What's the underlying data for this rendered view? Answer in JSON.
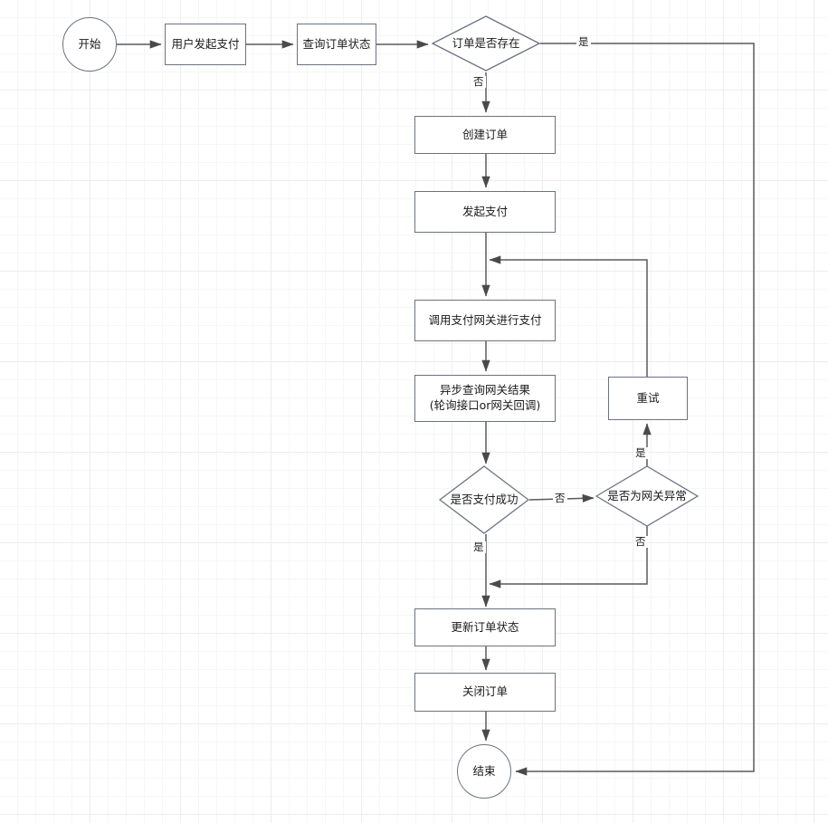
{
  "diagram": {
    "type": "flowchart",
    "title": "",
    "background": "#ffffff",
    "grid_color": "#ededed",
    "node_stroke": "#6b7280",
    "edge_stroke": "#5a5a5a",
    "text_color": "#1a1a1a",
    "nodes": [
      {
        "id": "start",
        "shape": "circle",
        "label": "开始"
      },
      {
        "id": "user_pay",
        "shape": "process",
        "label": "用户发起支付"
      },
      {
        "id": "query_order",
        "shape": "process",
        "label": "查询订单状态"
      },
      {
        "id": "order_exists",
        "shape": "decision",
        "label": "订单是否存在"
      },
      {
        "id": "create_order",
        "shape": "process",
        "label": "创建订单"
      },
      {
        "id": "init_pay",
        "shape": "process",
        "label": "发起支付"
      },
      {
        "id": "call_gateway",
        "shape": "process",
        "label": "调用支付网关进行支付"
      },
      {
        "id": "async_query",
        "shape": "process",
        "label_line1": "异步查询网关结果",
        "label_line2": "(轮询接口or网关回调)"
      },
      {
        "id": "pay_success",
        "shape": "decision",
        "label": "是否支付成功"
      },
      {
        "id": "gw_error",
        "shape": "decision",
        "label": "是否为网关异常"
      },
      {
        "id": "retry",
        "shape": "process",
        "label": "重试"
      },
      {
        "id": "update_order",
        "shape": "process",
        "label": "更新订单状态"
      },
      {
        "id": "close_order",
        "shape": "process",
        "label": "关闭订单"
      },
      {
        "id": "end",
        "shape": "circle",
        "label": "结束"
      }
    ],
    "edge_labels": {
      "order_exists_yes": "是",
      "order_exists_no": "否",
      "pay_success_yes": "是",
      "pay_success_no": "否",
      "gw_error_yes": "是",
      "gw_error_no": "否"
    },
    "edges": [
      {
        "from": "start",
        "to": "user_pay",
        "label": ""
      },
      {
        "from": "user_pay",
        "to": "query_order",
        "label": ""
      },
      {
        "from": "query_order",
        "to": "order_exists",
        "label": ""
      },
      {
        "from": "order_exists",
        "to": "end",
        "label": "是"
      },
      {
        "from": "order_exists",
        "to": "create_order",
        "label": "否"
      },
      {
        "from": "create_order",
        "to": "init_pay",
        "label": ""
      },
      {
        "from": "init_pay",
        "to": "call_gateway",
        "label": ""
      },
      {
        "from": "call_gateway",
        "to": "async_query",
        "label": ""
      },
      {
        "from": "async_query",
        "to": "pay_success",
        "label": ""
      },
      {
        "from": "pay_success",
        "to": "update_order",
        "label": "是"
      },
      {
        "from": "pay_success",
        "to": "gw_error",
        "label": "否"
      },
      {
        "from": "gw_error",
        "to": "retry",
        "label": "是"
      },
      {
        "from": "gw_error",
        "to": "update_order",
        "label": "否"
      },
      {
        "from": "retry",
        "to": "call_gateway",
        "label": ""
      },
      {
        "from": "update_order",
        "to": "close_order",
        "label": ""
      },
      {
        "from": "close_order",
        "to": "end",
        "label": ""
      }
    ]
  }
}
